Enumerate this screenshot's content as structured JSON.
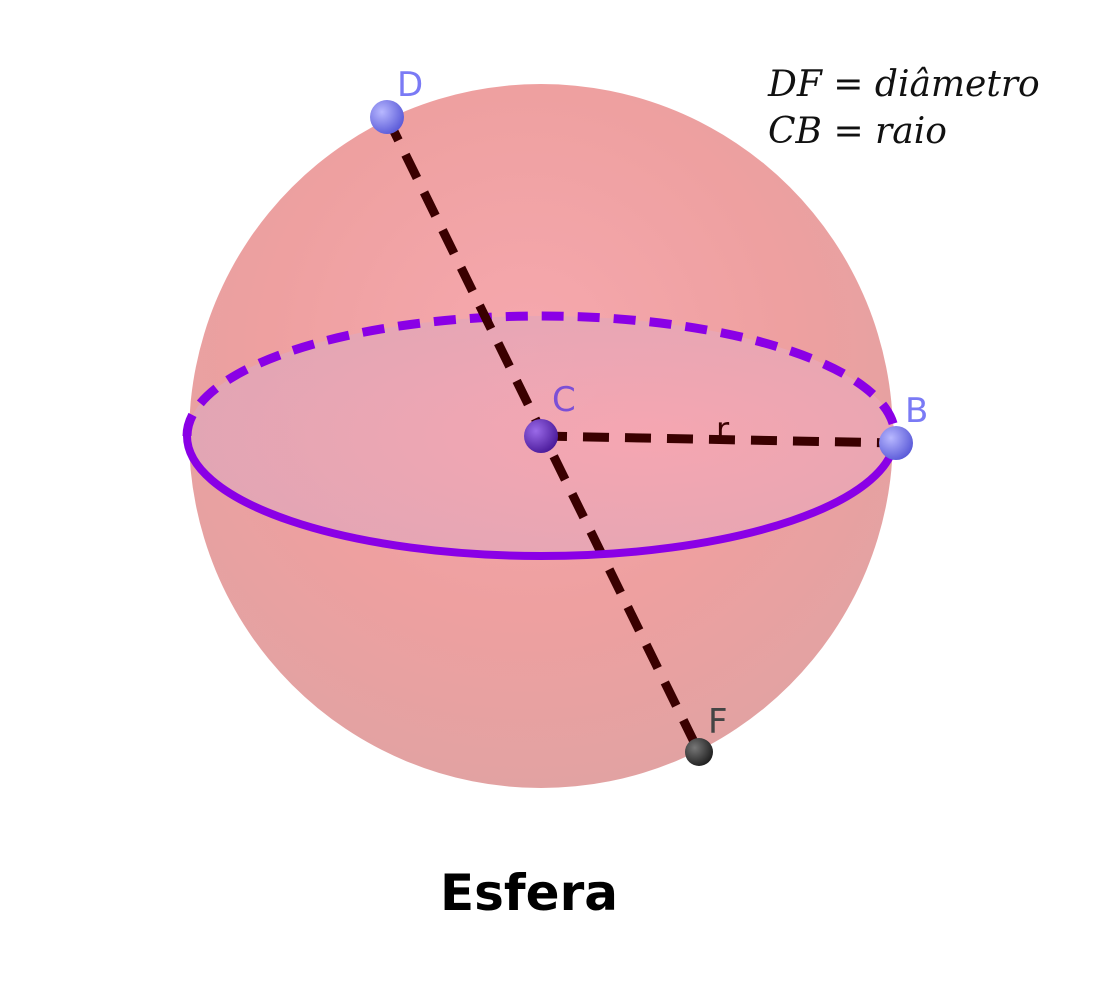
{
  "title": "Esfera",
  "formulas": {
    "line1": "DF = diâmetro",
    "line2": "CB = raio"
  },
  "points": {
    "D": "D",
    "C": "C",
    "B": "B",
    "F": "F"
  },
  "radius_label": "r",
  "colors": {
    "sphere": "#ee9c9c",
    "equator": "#8a00e6",
    "segment": "#3a0000",
    "point_blue": "#6e6ef0",
    "point_center": "#6a2fc0",
    "point_dark": "#333333",
    "label_blue": "#7a7af5",
    "label_center": "#7b4fd6",
    "label_dark": "#444444"
  }
}
